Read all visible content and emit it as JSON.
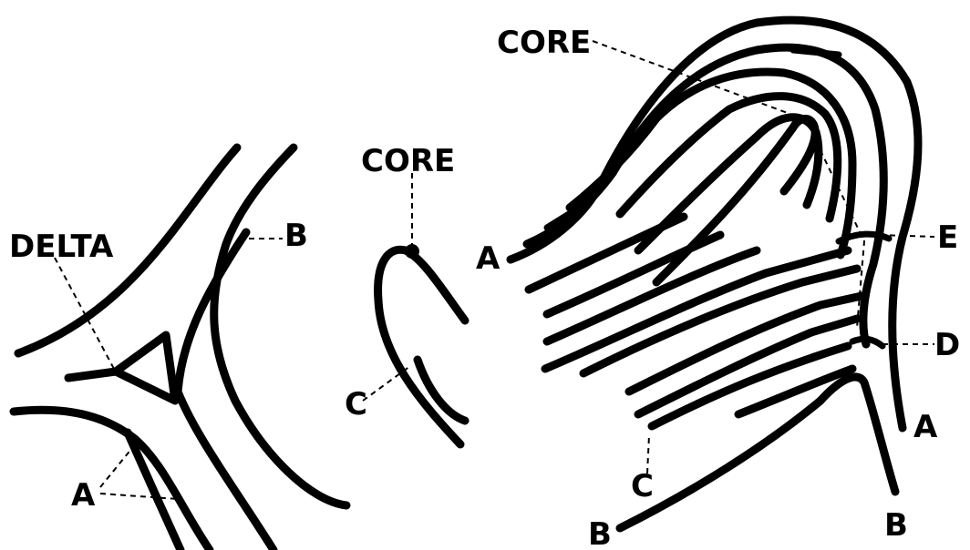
{
  "labels": {
    "delta": "DELTA",
    "left_b": "B",
    "left_a": "A",
    "mid_core": "CORE",
    "mid_c": "C",
    "right_core": "CORE",
    "right_a_left": "A",
    "right_e": "E",
    "right_d": "D",
    "right_a_right": "A",
    "right_c": "C",
    "right_b_left": "B",
    "right_b_right": "B"
  }
}
